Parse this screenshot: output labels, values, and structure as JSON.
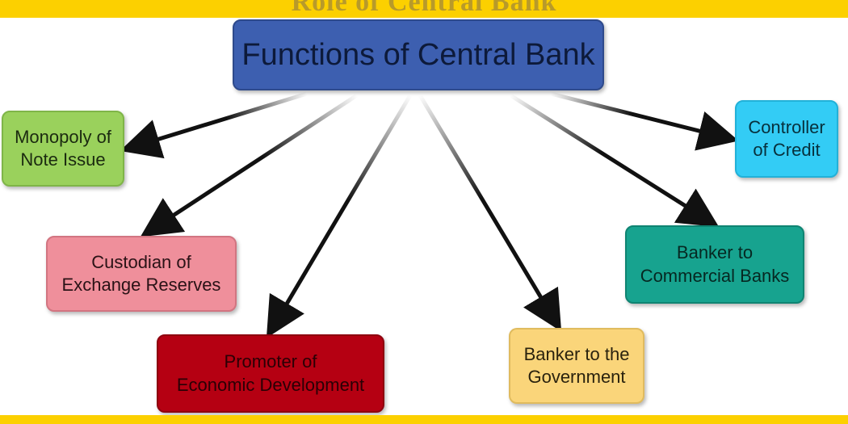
{
  "banner": {
    "title": "Role of Central Bank"
  },
  "diagram": {
    "root": "Functions of Central Bank",
    "nodes": {
      "note_issue": [
        "Monopoly of",
        "Note Issue"
      ],
      "exchange_reserves": [
        "Custodian of",
        "Exchange Reserves"
      ],
      "economic_development": [
        "Promoter of",
        "Economic Development"
      ],
      "government": [
        "Banker to the",
        "Government"
      ],
      "commercial_banks": [
        "Banker to",
        "Commercial Banks"
      ],
      "credit": [
        "Controller",
        "of Credit"
      ]
    }
  },
  "colors": {
    "band": "#fcd000",
    "root": "#3d5fb0",
    "note_issue": "#9ad15c",
    "exchange_reserves": "#ef8f9b",
    "economic_development": "#b50012",
    "government": "#fad57a",
    "commercial_banks": "#17a38f",
    "credit": "#33ccf5",
    "arrow": "#111111"
  }
}
